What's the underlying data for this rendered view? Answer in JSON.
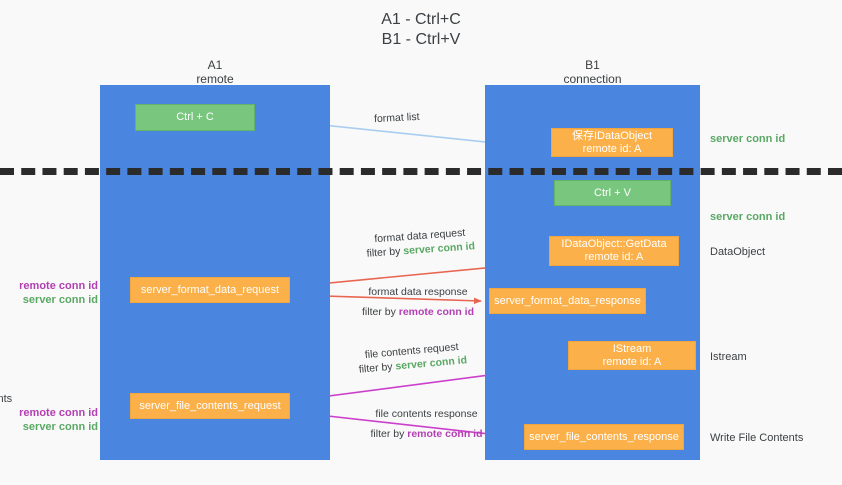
{
  "title": "A1 - Ctrl+C\nB1 - Ctrl+V",
  "columns": {
    "a1": {
      "header": "A1\nremote"
    },
    "b1": {
      "header": "B1\nconnection"
    }
  },
  "boxes": {
    "ctrl_c": {
      "label": "Ctrl + C",
      "color": "#79c67f"
    },
    "save_idataobject": {
      "label": "保存IDataObject\nremote id: A",
      "color": "#fbb049"
    },
    "ctrl_v": {
      "label": "Ctrl + V",
      "color": "#79c67f"
    },
    "getdata": {
      "label": "IDataObject::GetData\nremote id: A",
      "color": "#fbb049"
    },
    "server_format_data_request": {
      "label": "server_format_data_request",
      "color": "#fbb049"
    },
    "server_format_data_response": {
      "label": "server_format_data_response",
      "color": "#fbb049"
    },
    "istream": {
      "label": "IStream\nremote id: A",
      "color": "#fbb049"
    },
    "server_file_contents_request": {
      "label": "server_file_contents_request",
      "color": "#fbb049"
    },
    "server_file_contents_response": {
      "label": "server_file_contents_response",
      "color": "#fbb049"
    }
  },
  "edges": {
    "format_list": {
      "label": "format list",
      "color": "#a8cdf0"
    },
    "format_data_request": {
      "line1": "format data request",
      "filter_prefix": "filter by ",
      "filter_value": "server conn id",
      "color": "#e8654f"
    },
    "format_data_response": {
      "line1": "format data response",
      "filter_prefix": "filter by ",
      "filter_value": "remote conn id",
      "color": "#e8654f"
    },
    "file_contents_request": {
      "line1": "file contents request",
      "filter_prefix": "filter by ",
      "filter_value": "server conn id",
      "color": "#cc3fcc"
    },
    "file_contents_response": {
      "line1": "file contents response",
      "filter_prefix": "filter by ",
      "filter_value": "remote conn id",
      "color": "#cc3fcc"
    }
  },
  "right_notes": {
    "server_conn_id_top": "server conn id",
    "server_conn_id_mid": "server conn id",
    "dataobject": "DataObject",
    "istream": "Istream",
    "write_file_contents": "Write File Contents"
  },
  "left_notes": {
    "group1": {
      "remote": "remote conn id",
      "server": "server conn id"
    },
    "group2": {
      "heading": "Read File Contents",
      "remote": "remote conn id",
      "server": "server conn id"
    }
  },
  "colors": {
    "lane": "#4a86e0",
    "green_box": "#79c67f",
    "orange_box": "#fbb049",
    "green_text": "#5aa864",
    "purple_text": "#b33fb3",
    "divider": "#2b2b2b",
    "background": "#f9f9f9"
  }
}
